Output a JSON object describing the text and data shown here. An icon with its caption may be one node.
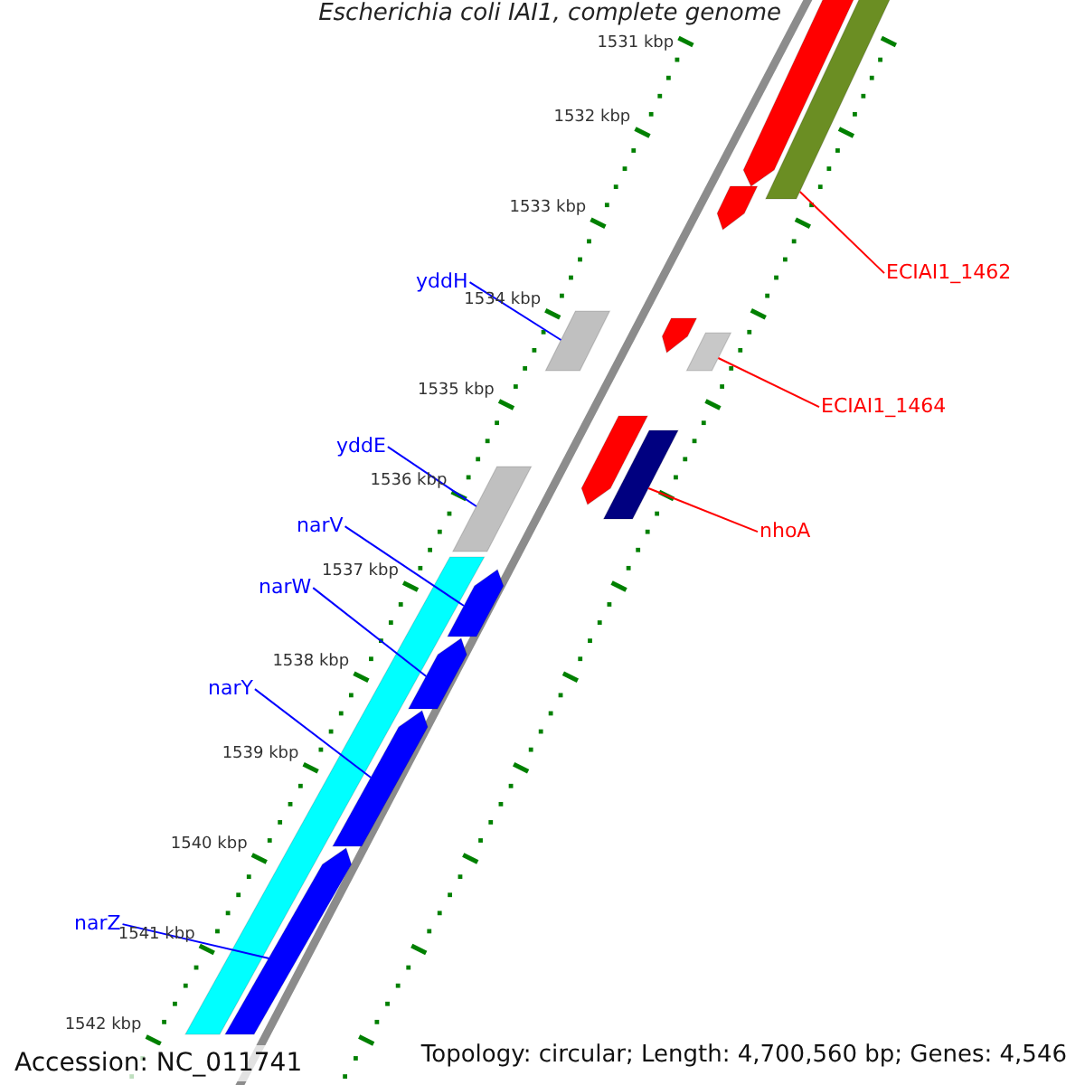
{
  "diagram": {
    "title": "Escherichia coli IAI1, complete genome",
    "nodes": [
      {
        "text": [
          "ECIAI1_1462"
        ]
      },
      {
        "text": [
          "yddH"
        ]
      },
      {
        "text": [
          "ECIAI1_1464"
        ]
      },
      {
        "text": [
          "yddE"
        ]
      },
      {
        "text": [
          "narV"
        ]
      },
      {
        "text": [
          "nhoA"
        ]
      },
      {
        "text": [
          "narW"
        ]
      },
      {
        "text": [
          "narY"
        ]
      },
      {
        "text": [
          "narZ"
        ]
      },
      {
        "text": [],
        "shape": "bar"
      },
      {
        "text": [],
        "shape": "bar"
      },
      {
        "text": [],
        "shape": "bar"
      },
      {
        "text": [],
        "shape": "bar"
      },
      {
        "text": [],
        "shape": "bar"
      },
      {
        "text": [],
        "shape": "bar"
      },
      {
        "text": [],
        "shape": "bar"
      },
      {
        "text": [],
        "shape": "bar"
      },
      {
        "text": [],
        "shape": "bar"
      },
      {
        "text": [],
        "shape": "bar"
      },
      {
        "text": [],
        "shape": "bar"
      },
      {
        "text": [],
        "shape": "bar"
      },
      {
        "text": [],
        "shape": "bar"
      },
      {
        "text": [],
        "shape": "bar"
      }
    ],
    "edges": [
      {
        "from": 0,
        "to": 9,
        "arrow": "none",
        "color": "#ff0000"
      },
      {
        "from": 1,
        "to": 10,
        "arrow": "none"
      },
      {
        "from": 2,
        "to": 11,
        "arrow": "none",
        "color": "#ff0000"
      },
      {
        "from": 3,
        "to": 12,
        "arrow": "none"
      },
      {
        "from": 4,
        "to": 14,
        "arrow": "none"
      },
      {
        "from": 5,
        "to": 13,
        "arrow": "none",
        "color": "#ff0000"
      },
      {
        "from": 6,
        "to": 15,
        "arrow": "none"
      },
      {
        "from": 7,
        "to": 16,
        "arrow": "none"
      },
      {
        "from": 8,
        "to": 17,
        "arrow": "none"
      }
    ],
    "labels": [
      "1531 kbp",
      "1532 kbp",
      "1533 kbp",
      "1534 kbp",
      "1535 kbp",
      "1536 kbp",
      "1537 kbp",
      "1538 kbp",
      "1539 kbp",
      "1540 kbp",
      "1541 kbp",
      "1542 kbp",
      "Accession: NC_011741",
      "Topology: circular; Length: 4,700,560 bp; Genes: 4,546"
    ]
  }
}
